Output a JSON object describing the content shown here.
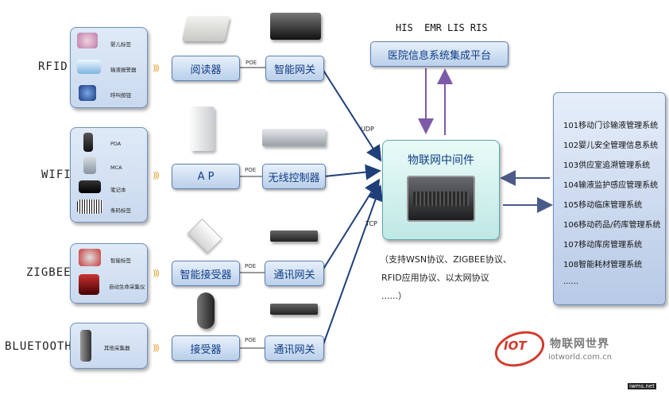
{
  "rows": [
    {
      "label": "RFID",
      "items": [
        "婴儿标签",
        "输液报警器",
        "呼叫按钮"
      ],
      "node": "阅读器",
      "link": "POE",
      "gateway": "智能网关"
    },
    {
      "label": "WIFI",
      "items": [
        "PDA",
        "MCA",
        "笔记本",
        "条码标签"
      ],
      "node": "A P",
      "link": "POE",
      "gateway": "无线控制器"
    },
    {
      "label": "ZIGBEE",
      "items": [
        "智能标签",
        "自动生命采集仪"
      ],
      "node": "智能接受器",
      "link": "POE",
      "gateway": "通讯网关"
    },
    {
      "label": "BLUETOOTH",
      "items": [
        "其他采集器"
      ],
      "node": "接受器",
      "link": "POE",
      "gateway": "通讯网关"
    }
  ],
  "top": {
    "systems": "HIS  EMR LIS RIS",
    "platform": "医院信息系统集成平台"
  },
  "middleware": {
    "title": "物联网中间件",
    "udp": "UDP",
    "tcp": "TCP",
    "note": [
      "（支持WSN协议、ZIGBEE协议、",
      "RFID应用协议、以太网协议",
      "......）"
    ]
  },
  "apps": [
    "101移动门诊输液管理系统",
    "102婴儿安全管理信息系统",
    "103供应室追溯管理系统",
    "104输液监护感应管理系统",
    "105移动临床管理系统",
    "106移动药品/药库管理系统",
    "107移动库房管理系统",
    "108智能耗材管理系统",
    "......"
  ],
  "logo": {
    "icon_text": "IOT",
    "name": "物联网世界",
    "url": "iotworld.com.cn"
  },
  "watermark": "iwms.net",
  "colors": {
    "box_text": "#123e86",
    "arrow": "#1f3f7a",
    "purple_arrow": "#7d5aa8",
    "logo_red": "#d33a2c"
  }
}
